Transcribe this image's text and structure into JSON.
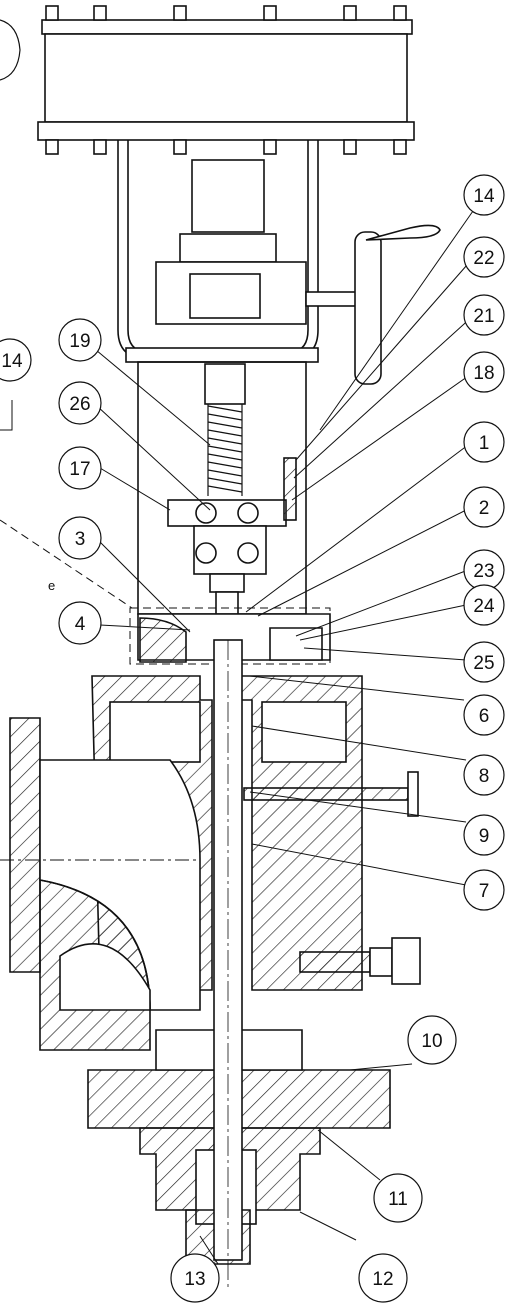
{
  "callouts": [
    {
      "id": "c14a",
      "label": "14"
    },
    {
      "id": "c22",
      "label": "22"
    },
    {
      "id": "c21",
      "label": "21"
    },
    {
      "id": "c18",
      "label": "18"
    },
    {
      "id": "c1",
      "label": "1"
    },
    {
      "id": "c2",
      "label": "2"
    },
    {
      "id": "c23",
      "label": "23"
    },
    {
      "id": "c24",
      "label": "24"
    },
    {
      "id": "c25",
      "label": "25"
    },
    {
      "id": "c6",
      "label": "6"
    },
    {
      "id": "c8",
      "label": "8"
    },
    {
      "id": "c9",
      "label": "9"
    },
    {
      "id": "c7",
      "label": "7"
    },
    {
      "id": "c10",
      "label": "10"
    },
    {
      "id": "c11",
      "label": "11"
    },
    {
      "id": "c12",
      "label": "12"
    },
    {
      "id": "c13",
      "label": "13"
    },
    {
      "id": "c19",
      "label": "19"
    },
    {
      "id": "c26",
      "label": "26"
    },
    {
      "id": "c17",
      "label": "17"
    },
    {
      "id": "c3",
      "label": "3"
    },
    {
      "id": "c4",
      "label": "4"
    },
    {
      "id": "c14b",
      "label": "14"
    }
  ],
  "partial_note": "e"
}
